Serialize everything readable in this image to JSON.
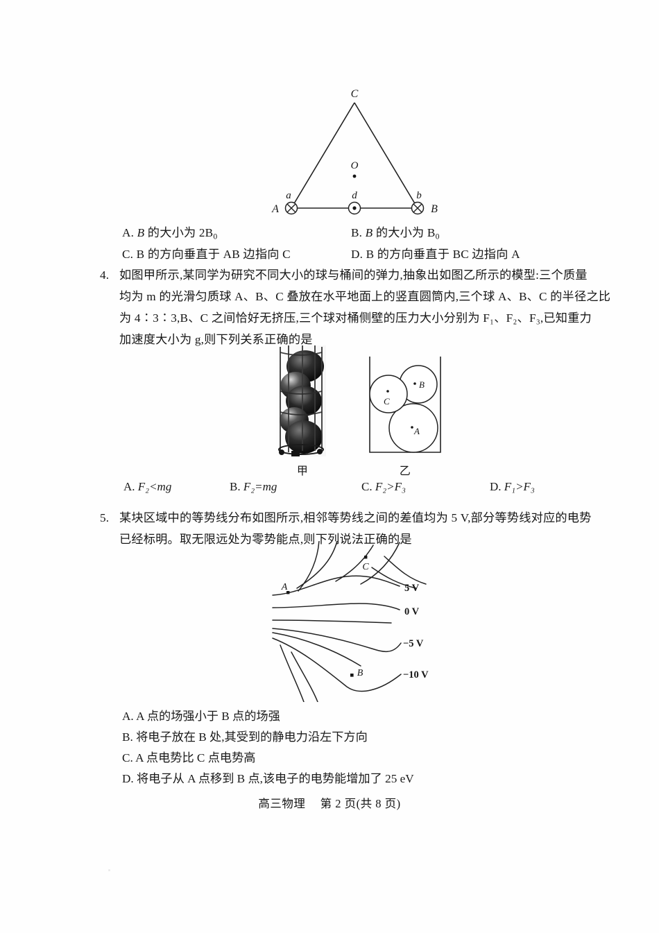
{
  "document": {
    "subject_footer": "高三物理",
    "page_label": "第 2 页(共 8 页)"
  },
  "question3": {
    "options": [
      {
        "key": "A.",
        "text_pre": "B",
        "text_post": " 的大小为 2B",
        "sub": "0"
      },
      {
        "key": "B.",
        "text_pre": "B",
        "text_post": " 的大小为 B",
        "sub": "0"
      },
      {
        "key": "C.",
        "text": "B 的方向垂直于 AB 边指向 C"
      },
      {
        "key": "D.",
        "text": "B 的方向垂直于 BC 边指向 A"
      }
    ],
    "figure": {
      "name": "triangle-field-diagram",
      "vertex_labels": {
        "left": "A",
        "right": "B",
        "top": "C"
      },
      "point_labels": {
        "center": "O",
        "left_wire": "a",
        "mid_wire": "d",
        "right_wire": "b"
      },
      "markers": {
        "a": "into-page-cross",
        "d": "out-of-page-dot",
        "b": "into-page-cross"
      }
    }
  },
  "question4": {
    "number": "4.",
    "lines": [
      "如图甲所示,某同学为研究不同大小的球与桶间的弹力,抽象出如图乙所示的模型:三个质量",
      "均为 m 的光滑匀质球 A、B、C 叠放在水平地面上的竖直圆筒内,三个球 A、B、C 的半径之比",
      "为 4∶3∶3,B、C 之间恰好无挤压,三个球对桶侧壁的压力大小分别为 F₁、F₂、F₃,已知重力",
      "加速度大小为 g,则下列关系正确的是"
    ],
    "figures": {
      "photo_label": "甲",
      "model_label": "乙",
      "model_balls": [
        {
          "label": "A",
          "position": "bottom-right-large"
        },
        {
          "label": "B",
          "position": "top-right"
        },
        {
          "label": "C",
          "position": "left"
        }
      ]
    },
    "options": [
      {
        "key": "A.",
        "text": "F₂<mg"
      },
      {
        "key": "B.",
        "text": "F₂=mg"
      },
      {
        "key": "C.",
        "text": "F₂>F₃"
      },
      {
        "key": "D.",
        "text": "F₁>F₃"
      }
    ]
  },
  "question5": {
    "number": "5.",
    "lines": [
      "某块区域中的等势线分布如图所示,相邻等势线之间的差值均为 5 V,部分等势线对应的电势",
      "已经标明。取无限远处为零势能点,则下列说法正确的是"
    ],
    "figure": {
      "name": "equipotential-lines-diagram",
      "potential_labels": [
        "5 V",
        "0 V",
        "−5 V",
        "−10 V"
      ],
      "point_labels": [
        "A",
        "B",
        "C"
      ],
      "spacing_note": "5 V"
    },
    "options": [
      {
        "key": "A.",
        "text": "A 点的场强小于 B 点的场强"
      },
      {
        "key": "B.",
        "text": "将电子放在 B 处,其受到的静电力沿左下方向"
      },
      {
        "key": "C.",
        "text": "A 点电势比 C 点电势高"
      },
      {
        "key": "D.",
        "text": "将电子从 A 点移到 B 点,该电子的电势能增加了 25 eV"
      }
    ]
  },
  "colors": {
    "ink": "#171717",
    "paper": "#fefefe",
    "line": "#222222"
  }
}
